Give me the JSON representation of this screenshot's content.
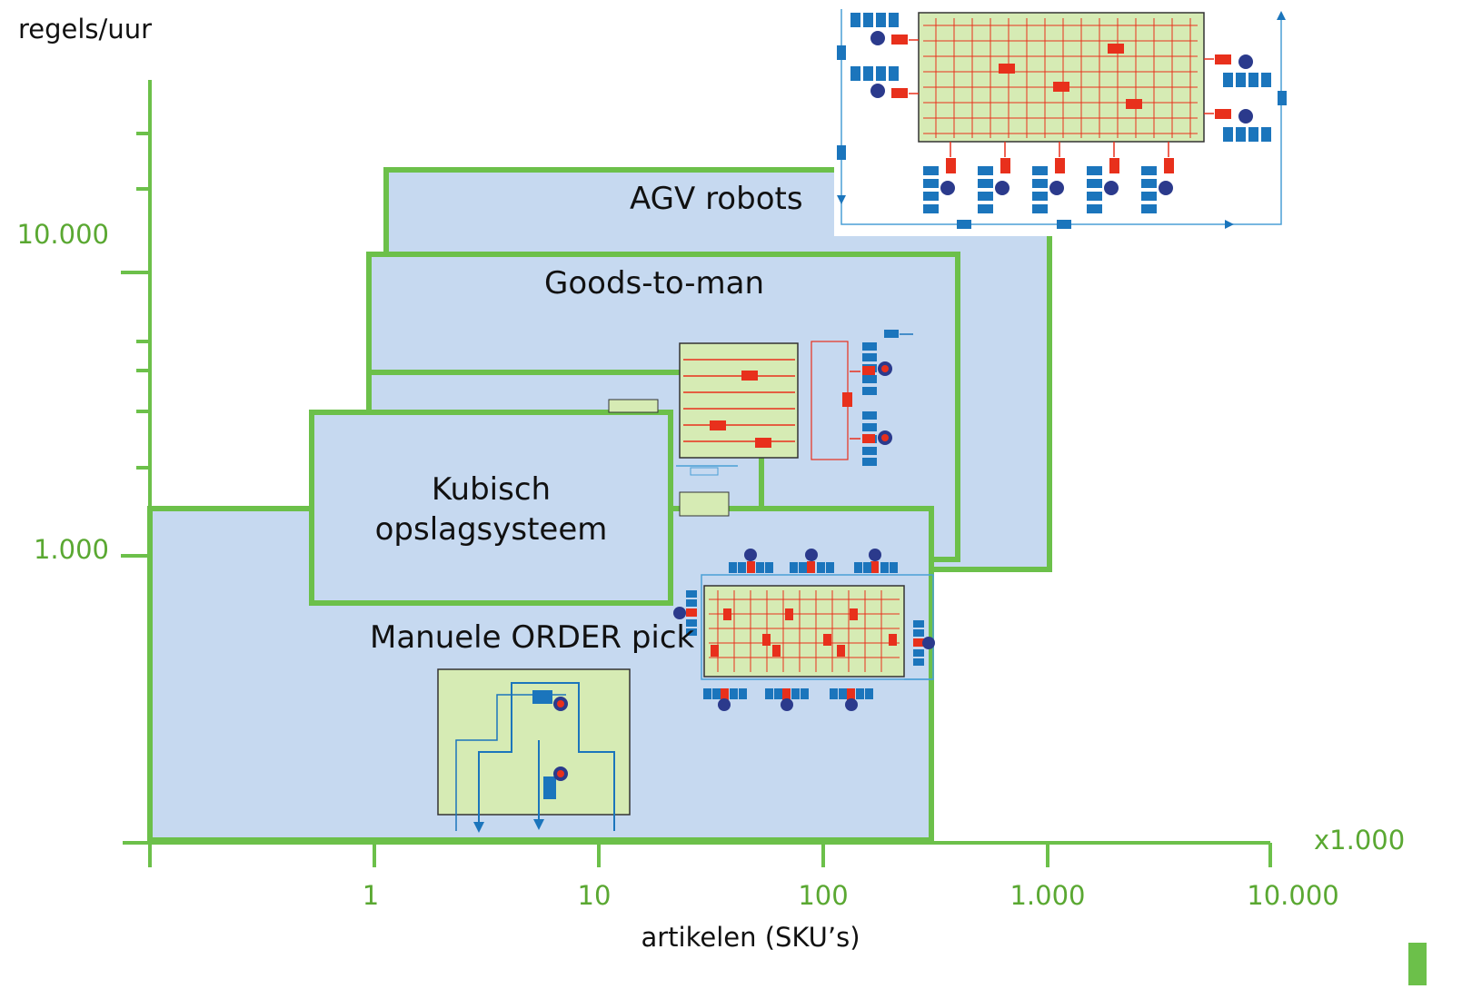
{
  "chart": {
    "y_title": "regels/uur",
    "x_title": "artikelen (SKU’s)",
    "x_unit": "x1.000",
    "y_ticks": [
      "10.000",
      "1.000"
    ],
    "x_ticks": [
      "1",
      "10",
      "100",
      "1.000",
      "10.000"
    ],
    "axis_color": "#6cc04a",
    "tick_label_color": "#5aa832",
    "region_fill": "#c6d9f0",
    "region_border": "#6cc04a"
  },
  "regions": [
    {
      "id": "agv",
      "title": "AGV robots"
    },
    {
      "id": "gtm",
      "title": "Goods-to-man"
    },
    {
      "id": "kubisch",
      "title": "Kubisch\nopslagsysteem",
      "line1": "Kubisch",
      "line2": "opslagsysteem"
    },
    {
      "id": "manueel",
      "title": "Manuele ORDER pick"
    }
  ],
  "illustrations": {
    "grid_fill": "#d6ebb4",
    "carrier_color": "#e8301c",
    "tote_color": "#1b75bc",
    "conveyor_color": "#4a9fd6"
  }
}
